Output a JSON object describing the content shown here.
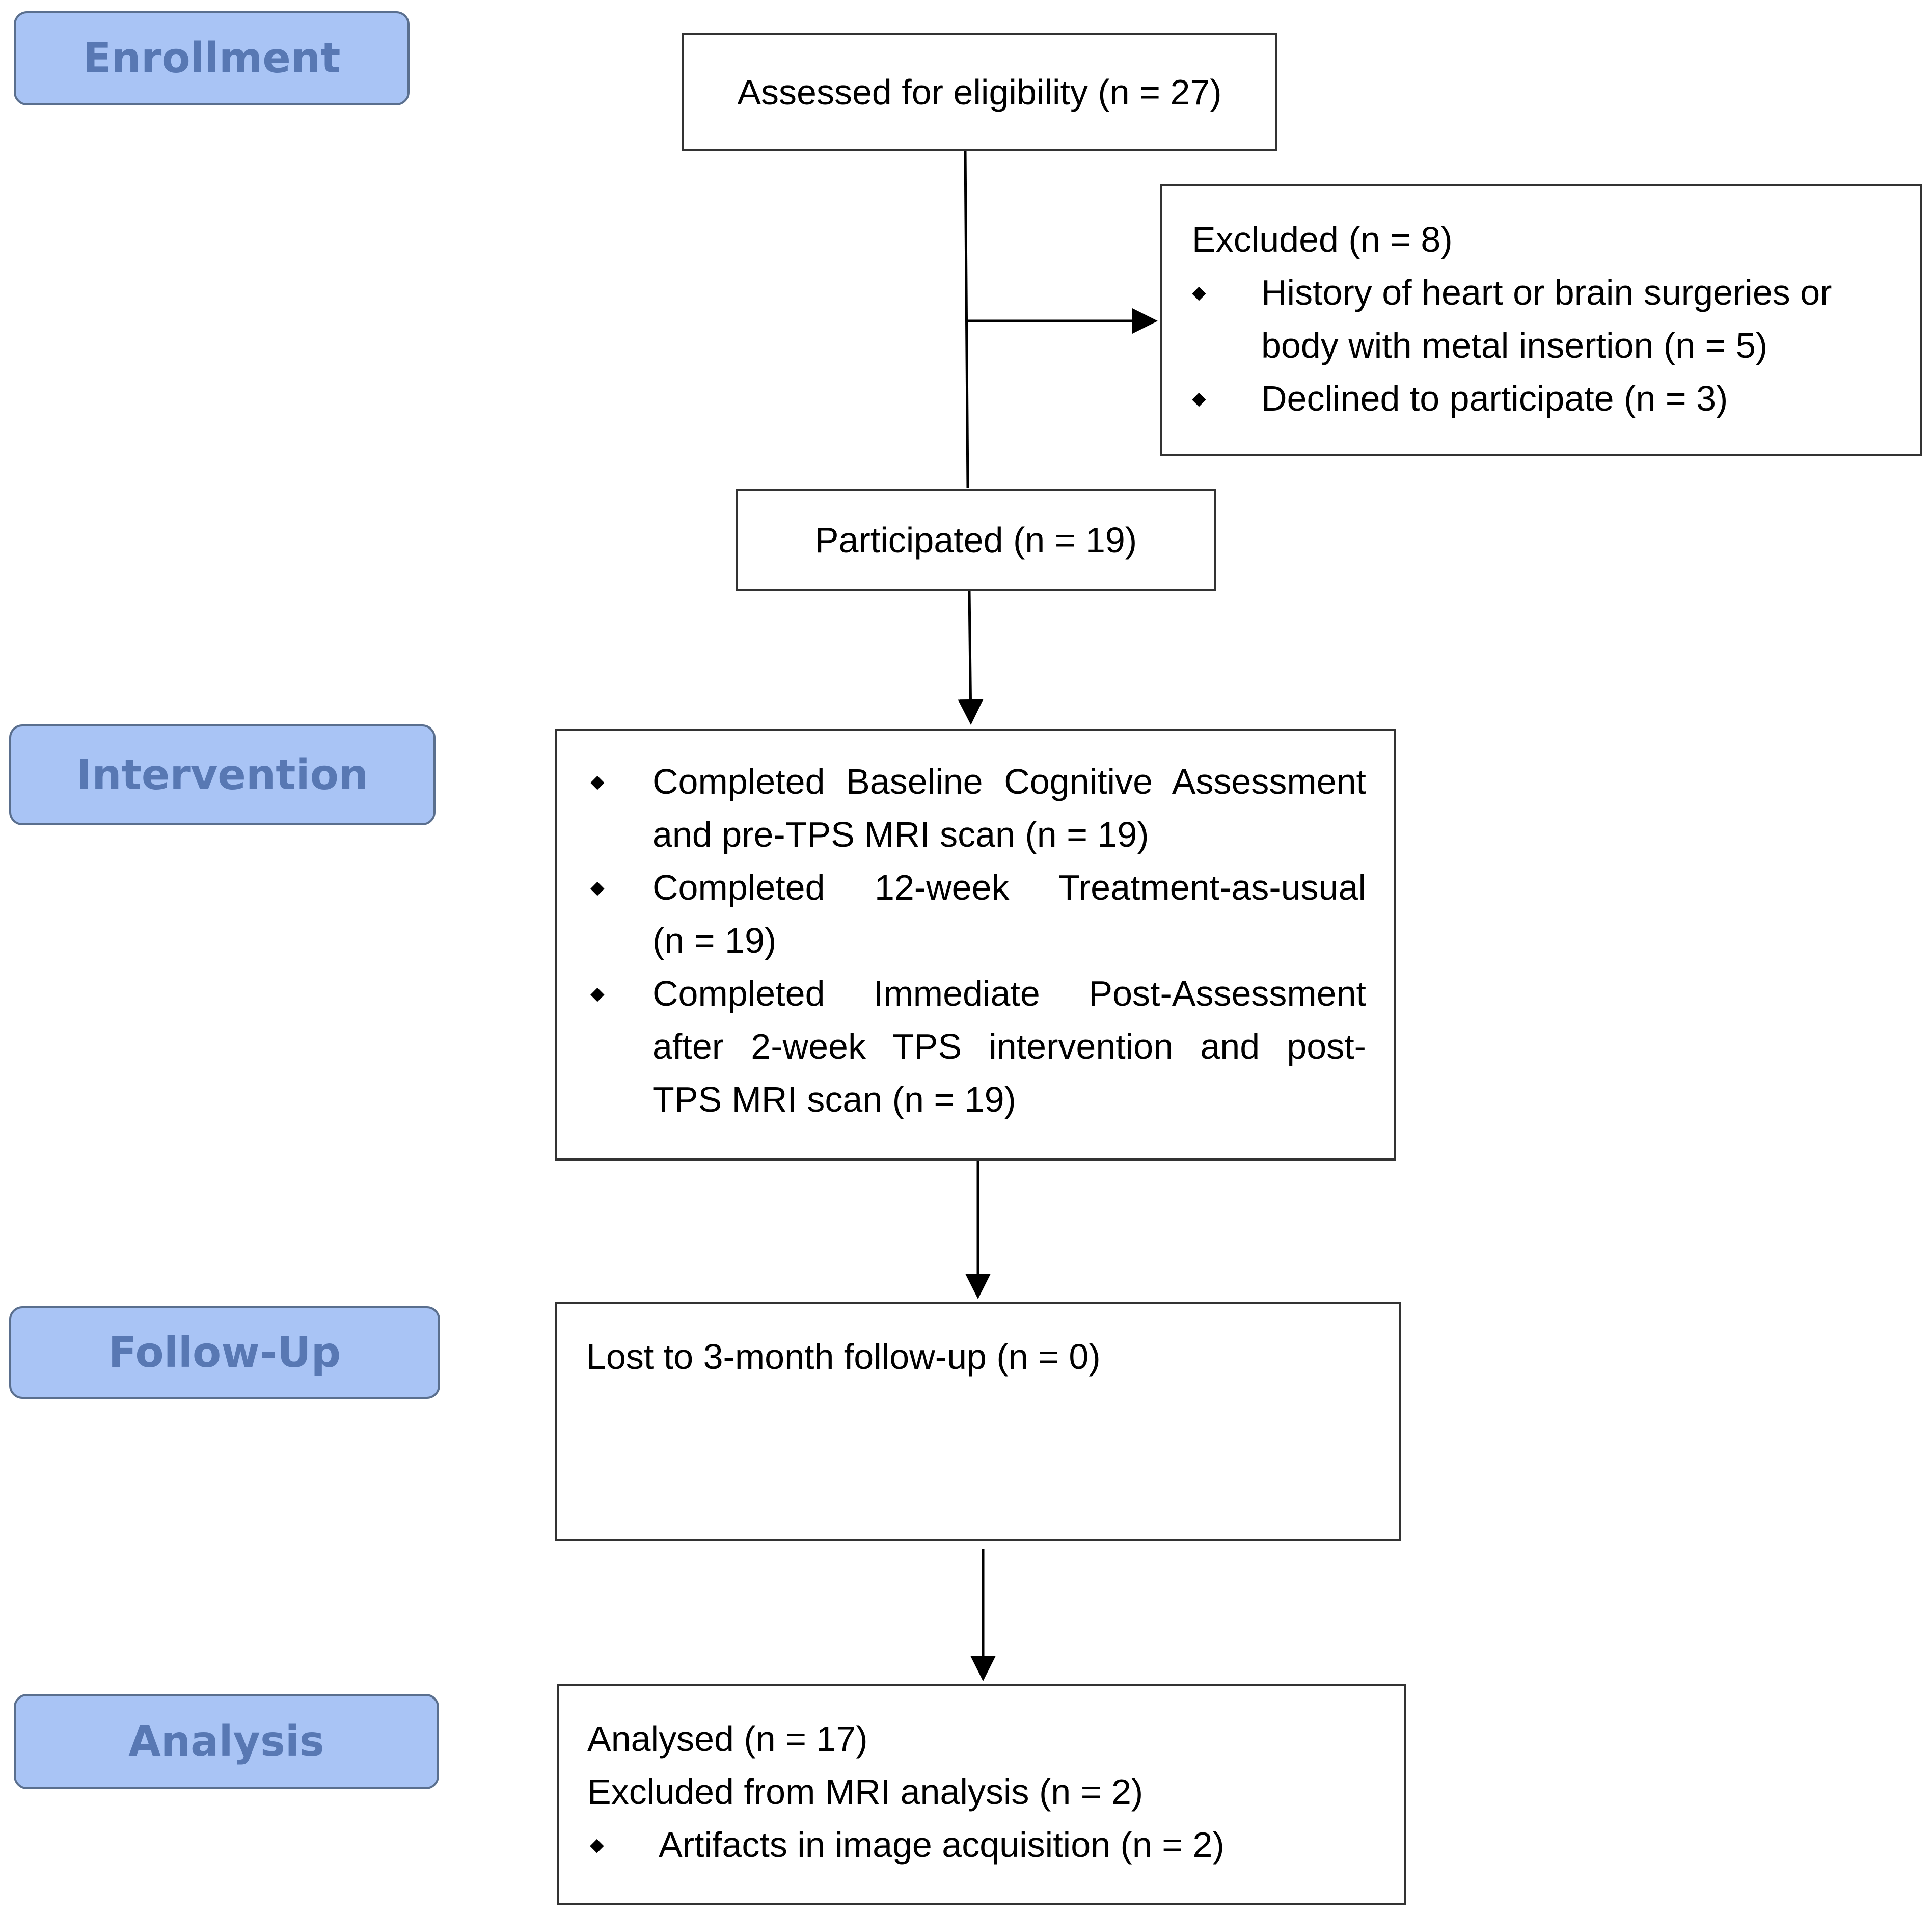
{
  "stages": {
    "enrollment": "Enrollment",
    "intervention": "Intervention",
    "follow_up": "Follow-Up",
    "analysis": "Analysis"
  },
  "bullet_glyph": "◆",
  "boxes": {
    "assessed": "Assessed for eligibility (n = 27)",
    "excluded": {
      "title": "Excluded (n = 8)",
      "items": [
        {
          "line1": "History of heart or brain surgeries or",
          "line2": "body with metal insertion (n = 5)"
        },
        {
          "line1": "Declined to participate (n = 3)"
        }
      ]
    },
    "participated": "Participated (n = 19)",
    "intervention": {
      "items": [
        {
          "line1": "Completed Baseline Cognitive Assessment",
          "line2": "and pre-TPS MRI scan (n = 19)"
        },
        {
          "line1": "Completed 12-week Treatment-as-usual",
          "line2": "(n = 19)"
        },
        {
          "line1": "Completed Immediate Post-Assessment",
          "line2": "after 2-week TPS intervention and post-",
          "line3": "TPS MRI scan (n = 19)"
        }
      ]
    },
    "follow_up": "Lost to 3-month follow-up (n = 0)",
    "analysis": {
      "line1": "Analysed (n = 17)",
      "line2": "Excluded from MRI analysis (n = 2)",
      "item": "Artifacts in image acquisition (n = 2)"
    }
  }
}
